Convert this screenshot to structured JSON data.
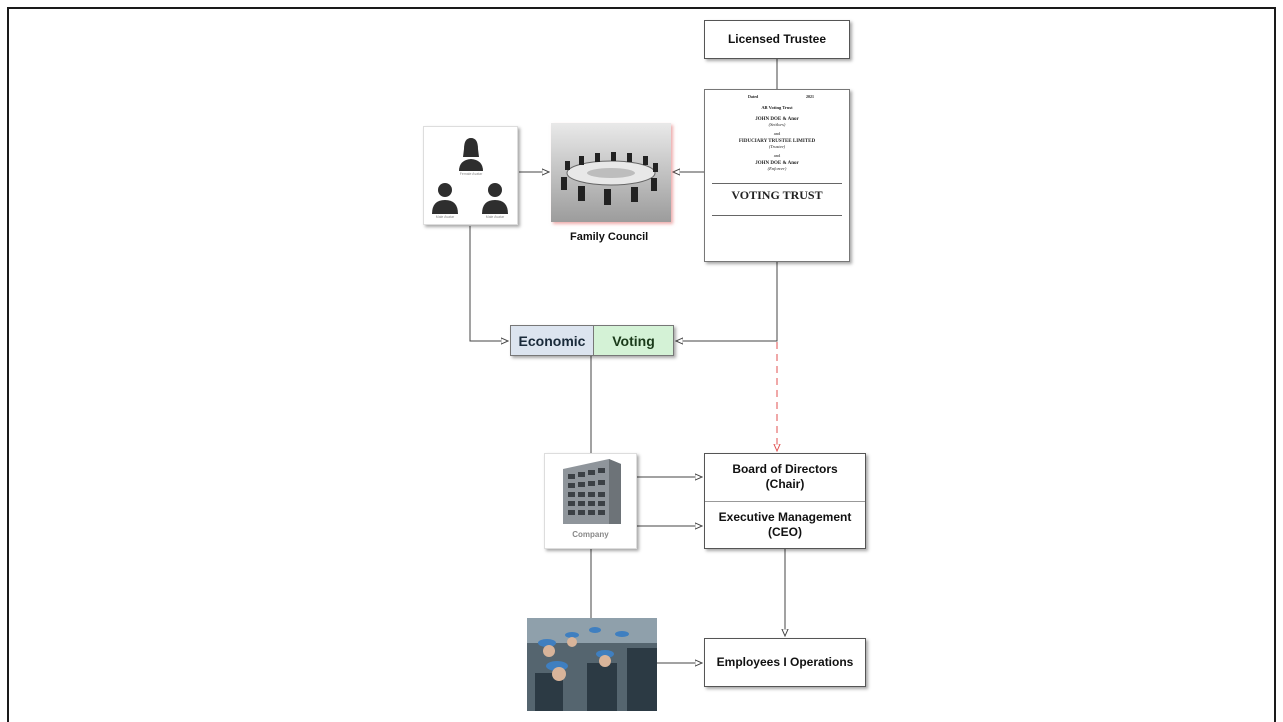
{
  "nodes": {
    "licensed_trustee": "Licensed Trustee",
    "family_council": "Family Council",
    "economic": "Economic",
    "voting": "Voting",
    "company": "Company",
    "board": "Board of Directors\n(Chair)",
    "executive": "Executive Management\n(CEO)",
    "employees": "Employees I Operations"
  },
  "family_members": {
    "female": "Female Avatar",
    "male_left": "Male Avatar",
    "male_right": "Male Avatar"
  },
  "voting_trust_document": {
    "dated": "Dated",
    "year": "2021",
    "heading": "AB Voting Trust",
    "party1_name": "JOHN DOE & Anor",
    "party1_role": "(Settlors)",
    "and1": "and",
    "party2_name": "FIDUCIARY TRUSTEE LIMITED",
    "party2_role": "(Trustee)",
    "and2": "and",
    "party3_name": "JOHN DOE & Anor",
    "party3_role": "(Enforcer)",
    "title": "VOTING TRUST"
  },
  "colors": {
    "economic_fill": "#dce4ef",
    "voting_fill": "#d4f2d6",
    "dashed_arrow": "#e05050"
  }
}
